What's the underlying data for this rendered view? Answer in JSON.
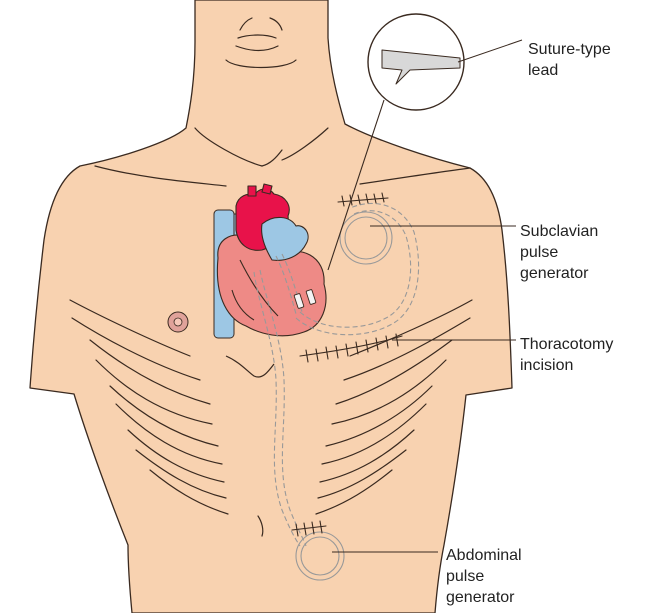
{
  "labels": {
    "suture_lead": [
      "Suture-type",
      "lead"
    ],
    "subclavian_generator": [
      "Subclavian",
      "pulse",
      "generator"
    ],
    "thoracotomy_incision": [
      "Thoracotomy",
      "incision"
    ],
    "abdominal_generator": [
      "Abdominal",
      "pulse",
      "generator"
    ]
  },
  "colors": {
    "skin": "#f8d2b0",
    "skin_outline": "#3a2a20",
    "heart_red": "#e8124a",
    "heart_pink": "#ee8a86",
    "vessel_blue": "#9dc7e4",
    "nipple": "#e0a29a",
    "lead_line": "#999999"
  }
}
